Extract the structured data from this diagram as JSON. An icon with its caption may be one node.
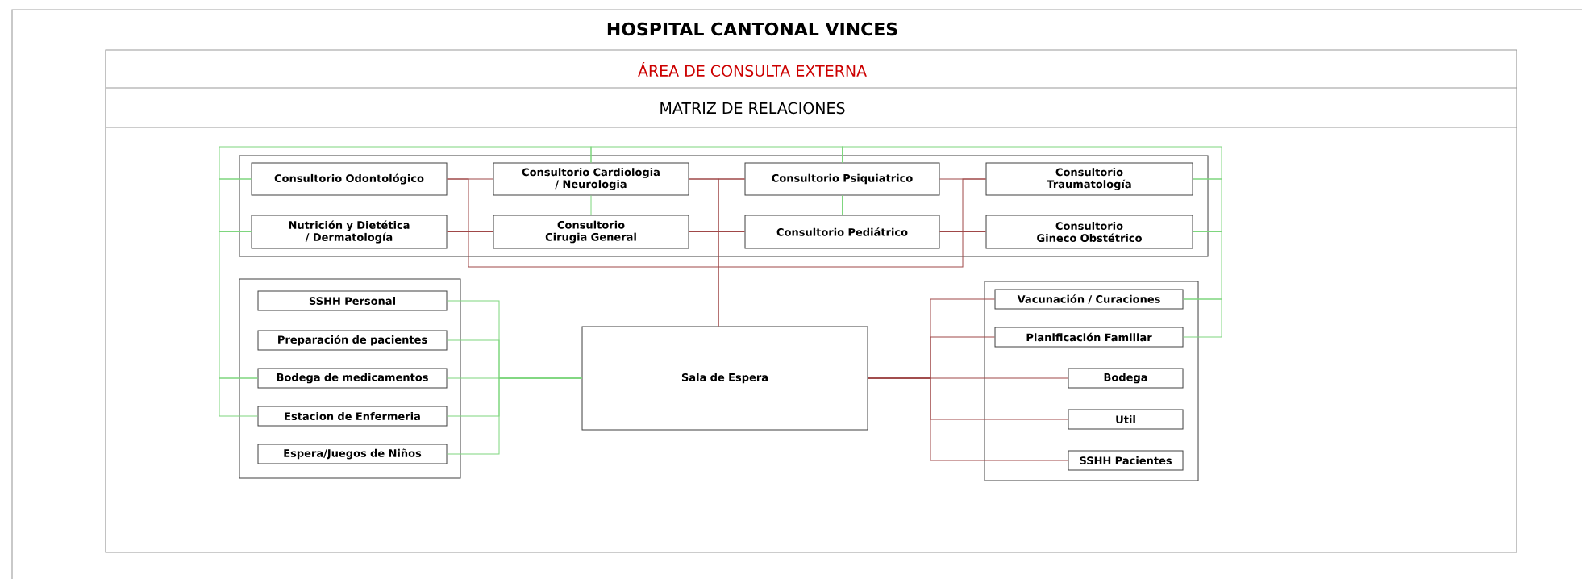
{
  "diagram": {
    "title": "HOSPITAL CANTONAL VINCES",
    "nodes": [
      {
        "text": [],
        "shape": "box"
      },
      {
        "text": [
          "Consultorio Odontológico"
        ],
        "in": 0
      },
      {
        "text": [
          "Consultorio Cardiologia / Neurologia"
        ],
        "in": 0
      },
      {
        "text": [
          "Consultorio Psiquiatrico"
        ],
        "in": 0
      },
      {
        "text": [
          "Consultorio Traumatología"
        ],
        "in": 0
      },
      {
        "text": [
          "Nutrición y Dietética / Dermatología"
        ],
        "in": 0
      },
      {
        "text": [
          "Consultorio Cirugia General"
        ],
        "in": 0
      },
      {
        "text": [
          "Consultorio Pediátrico"
        ],
        "in": 0
      },
      {
        "text": [
          "Consultorio Gineco Obstétrico"
        ],
        "in": 0
      },
      {
        "text": [],
        "shape": "box"
      },
      {
        "text": [
          "SSHH Personal"
        ],
        "in": 9
      },
      {
        "text": [
          "Preparación de pacientes"
        ],
        "in": 9
      },
      {
        "text": [
          "Bodega de medicamentos"
        ],
        "in": 9
      },
      {
        "text": [
          "Estacion de Enfermeria"
        ],
        "in": 9
      },
      {
        "text": [
          "Espera/Juegos de Niños"
        ],
        "in": 9
      },
      {
        "text": [
          "Sala de Espera"
        ]
      },
      {
        "text": [],
        "shape": "box"
      },
      {
        "text": [
          "Vacunación / Curaciones"
        ],
        "in": 16
      },
      {
        "text": [
          "Planificación Familiar"
        ],
        "in": 16
      },
      {
        "text": [
          "Bodega"
        ],
        "in": 16
      },
      {
        "text": [
          "Util"
        ],
        "in": 16
      },
      {
        "text": [
          "SSHH Pacientes"
        ],
        "in": 16
      }
    ],
    "edges": [
      {
        "from": 13,
        "to": 12,
        "arrow": "none"
      },
      {
        "from": 12,
        "to": 5,
        "arrow": "none"
      },
      {
        "from": 5,
        "to": 1,
        "arrow": "none"
      },
      {
        "from": 1,
        "to": 2,
        "arrow": "none"
      },
      {
        "from": 2,
        "to": 3,
        "arrow": "none"
      },
      {
        "from": 3,
        "to": 4,
        "arrow": "none"
      },
      {
        "from": 4,
        "to": 8,
        "arrow": "none"
      },
      {
        "from": 8,
        "to": 17,
        "arrow": "none"
      },
      {
        "from": 17,
        "to": 18,
        "arrow": "none"
      },
      {
        "from": 2,
        "to": 6,
        "arrow": "none"
      },
      {
        "from": 3,
        "to": 7,
        "arrow": "none"
      },
      {
        "from": 10,
        "to": 15,
        "arrow": "none"
      },
      {
        "from": 11,
        "to": 15,
        "arrow": "none"
      },
      {
        "from": 12,
        "to": 15,
        "arrow": "none"
      },
      {
        "from": 13,
        "to": 15,
        "arrow": "none"
      },
      {
        "from": 14,
        "to": 15,
        "arrow": "none"
      },
      {
        "from": 1,
        "to": 2,
        "arrow": "none",
        "color": "#a04848"
      },
      {
        "from": 5,
        "to": 6,
        "arrow": "none",
        "color": "#a04848"
      },
      {
        "from": 2,
        "to": 3,
        "arrow": "none",
        "color": "#a04848"
      },
      {
        "from": 6,
        "to": 7,
        "arrow": "none",
        "color": "#a04848"
      },
      {
        "from": 3,
        "to": 4,
        "arrow": "none",
        "color": "#a04848"
      },
      {
        "from": 7,
        "to": 8,
        "arrow": "none",
        "color": "#a04848"
      },
      {
        "from": 1,
        "to": 4,
        "arrow": "none",
        "color": "#a04848"
      },
      {
        "from": 15,
        "to": 2,
        "arrow": "none",
        "color": "#a04848"
      },
      {
        "from": 15,
        "to": 3,
        "arrow": "none",
        "color": "#a04848"
      },
      {
        "from": 15,
        "to": 17,
        "arrow": "none",
        "color": "#a04848"
      },
      {
        "from": 15,
        "to": 18,
        "arrow": "none",
        "color": "#a04848"
      },
      {
        "from": 15,
        "to": 19,
        "arrow": "none",
        "color": "#a04848"
      },
      {
        "from": 15,
        "to": 20,
        "arrow": "none",
        "color": "#a04848"
      },
      {
        "from": 15,
        "to": 21,
        "arrow": "none",
        "color": "#a04848"
      }
    ],
    "labels": [
      "ÁREA DE CONSULTA EXTERNA",
      "MATRIZ DE RELACIONES"
    ]
  }
}
